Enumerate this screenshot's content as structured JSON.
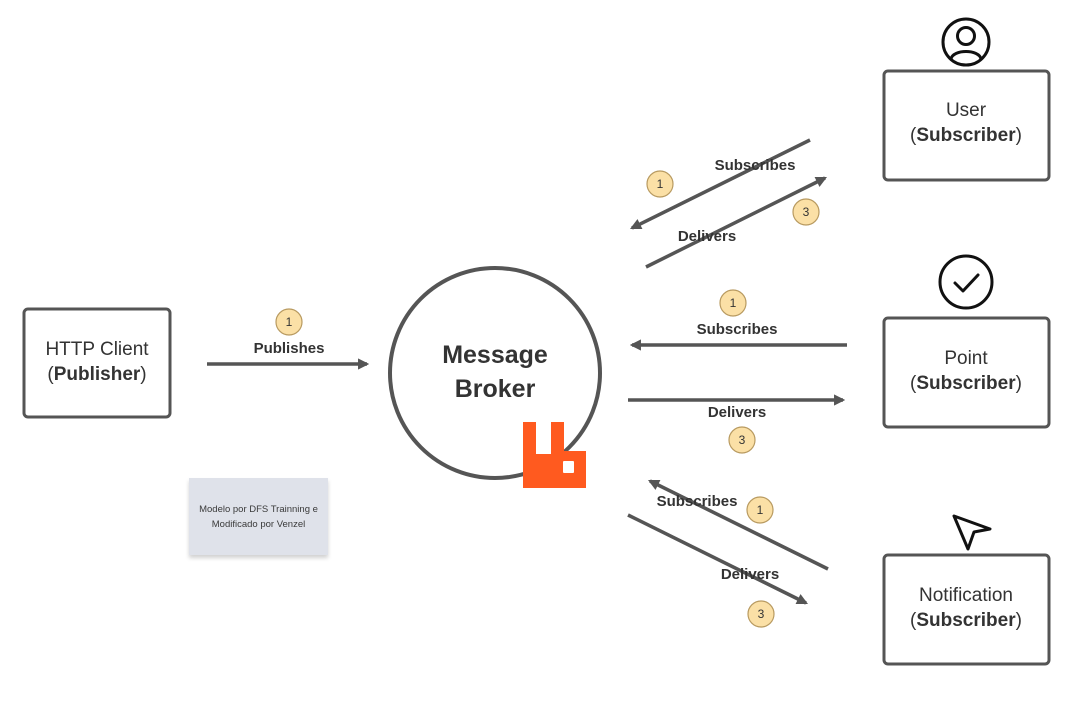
{
  "colors": {
    "stroke": "#555555",
    "text": "#333333",
    "badge_fill": "#fbe0a6",
    "badge_stroke": "#b89a60",
    "rabbitmq": "#ff5a1f",
    "note_bg": "#dfe2ea"
  },
  "publisher": {
    "line1": "HTTP Client",
    "open_paren": "(",
    "role": "Publisher",
    "close_paren": ")"
  },
  "broker": {
    "line1": "Message",
    "line2": "Broker",
    "logo_icon": "rabbitmq-logo-icon"
  },
  "subscribers": [
    {
      "name": "User",
      "open_paren": "(",
      "role": "Subscriber",
      "close_paren": ")",
      "icon": "user-icon"
    },
    {
      "name": "Point",
      "open_paren": "(",
      "role": "Subscriber",
      "close_paren": ")",
      "icon": "check-circle-icon"
    },
    {
      "name": "Notification",
      "open_paren": "(",
      "role": "Subscriber",
      "close_paren": ")",
      "icon": "cursor-arrow-icon"
    }
  ],
  "edges": {
    "publish": {
      "label": "Publishes",
      "step": "1"
    },
    "user_subscribe": {
      "label": "Subscribes",
      "step": "1"
    },
    "user_deliver": {
      "label": "Delivers",
      "step": "3"
    },
    "point_subscribe": {
      "label": "Subscribes",
      "step": "1"
    },
    "point_deliver": {
      "label": "Delivers",
      "step": "3"
    },
    "notification_subscribe": {
      "label": "Subscribes",
      "step": "1"
    },
    "notification_deliver": {
      "label": "Delivers",
      "step": "3"
    }
  },
  "note": {
    "line1": "Modelo por DFS Trainning e",
    "line2": "Modificado por Venzel"
  }
}
